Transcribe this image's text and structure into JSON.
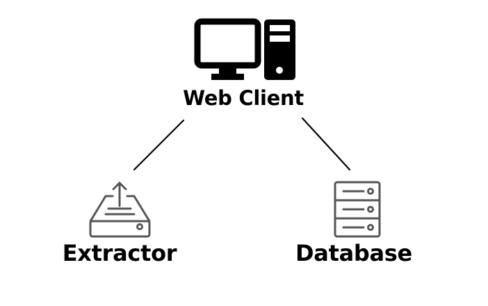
{
  "diagram": {
    "nodes": [
      {
        "id": "web-client",
        "label": "Web Client",
        "icon": "desktop-computer-icon"
      },
      {
        "id": "extractor",
        "label": "Extractor",
        "icon": "inbox-upload-icon"
      },
      {
        "id": "database",
        "label": "Database",
        "icon": "server-database-icon"
      }
    ],
    "edges": [
      {
        "from": "web-client",
        "to": "extractor"
      },
      {
        "from": "web-client",
        "to": "database"
      }
    ],
    "colors": {
      "edge": "#000000",
      "web_client_icon": "#000000",
      "outline_icons": "#555555",
      "label": "#000000",
      "background": "#ffffff"
    }
  }
}
